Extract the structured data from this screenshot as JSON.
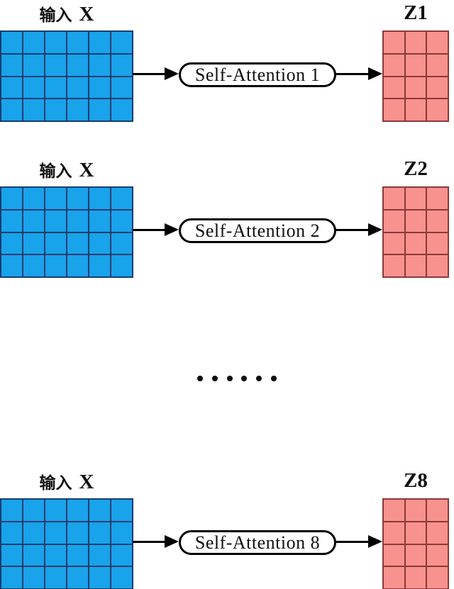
{
  "colors": {
    "input_fill": "#18a3ea",
    "input_line": "#173d6f",
    "output_fill": "#f8928f",
    "output_line": "#8b3937",
    "arrow": "#000000",
    "node_border": "#000000"
  },
  "heads": [
    {
      "input_label": "输入",
      "input_symbol": "X",
      "node_label": "Self-Attention 1",
      "output_label": "Z1",
      "input_grid": {
        "rows": 4,
        "cols": 6
      },
      "output_grid": {
        "rows": 4,
        "cols": 3
      }
    },
    {
      "input_label": "输入",
      "input_symbol": "X",
      "node_label": "Self-Attention 2",
      "output_label": "Z2",
      "input_grid": {
        "rows": 4,
        "cols": 6
      },
      "output_grid": {
        "rows": 4,
        "cols": 3
      }
    },
    {
      "input_label": "输入",
      "input_symbol": "X",
      "node_label": "Self-Attention 8",
      "output_label": "Z8",
      "input_grid": {
        "rows": 4,
        "cols": 6
      },
      "output_grid": {
        "rows": 4,
        "cols": 3
      }
    }
  ],
  "ellipsis": {
    "dot_count": 6
  }
}
